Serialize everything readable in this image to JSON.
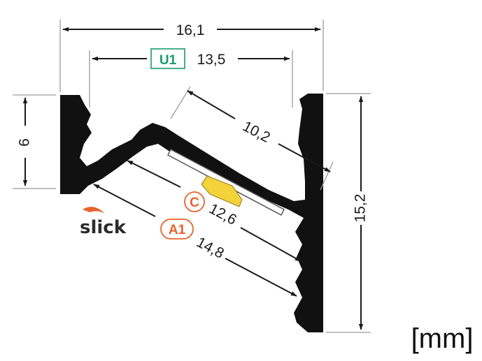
{
  "drawing": {
    "dimensions": {
      "total_width": "16,1",
      "inner_width": "13,5",
      "side_height": "6",
      "led_width": "10,2",
      "total_height": "15,2",
      "diffuser_c_width": "12,6",
      "diffuser_a1_width": "14,8"
    },
    "tags": {
      "u1": "U1",
      "c": "C",
      "a1": "A1"
    },
    "logo": "slick",
    "unit": "[mm]",
    "colors": {
      "profile": "#111111",
      "u1_tag": "#1a9a6c",
      "orange_tag": "#e8622c",
      "led_chip": "#f3d23a",
      "dimension": "#1a1a1a"
    }
  }
}
